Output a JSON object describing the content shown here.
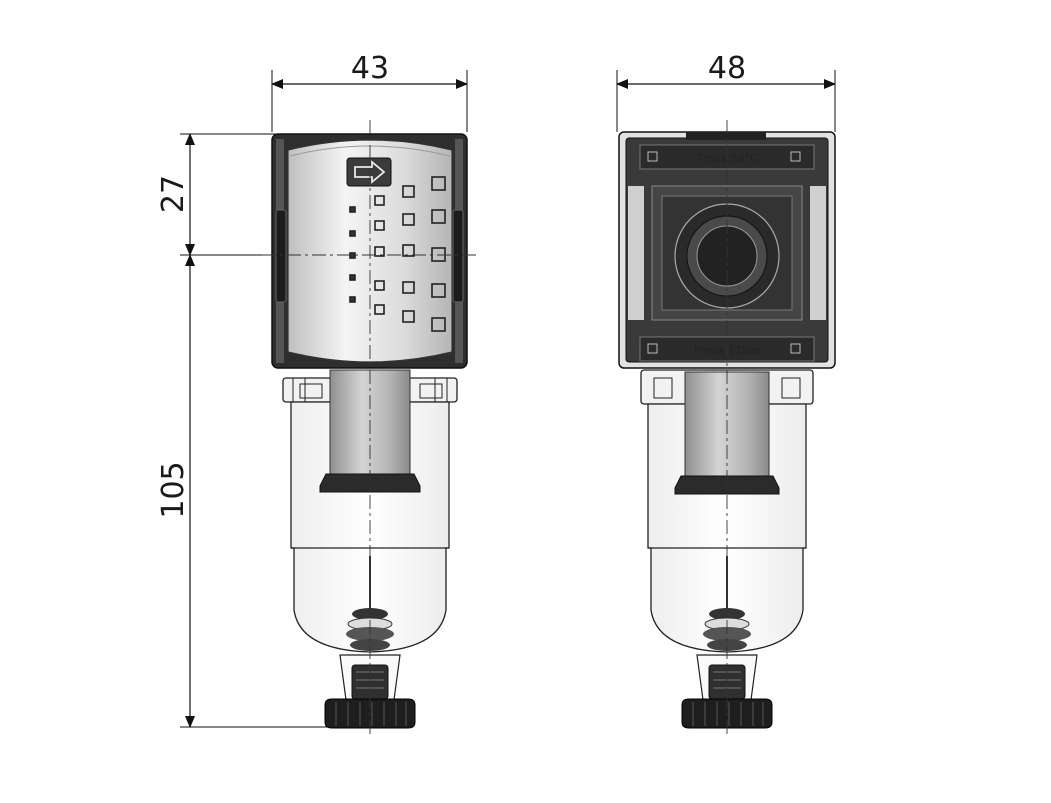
{
  "dimensions": {
    "front_width": "43",
    "side_width": "48",
    "upper_height": "27",
    "total_height": "105"
  },
  "labels": {
    "tmax": "Tmax 50°C",
    "pmax": "Pmax 12bar"
  },
  "icons": {
    "flow_arrow": "flow-direction-arrow-icon"
  },
  "colors": {
    "line": "#111111",
    "dark_body": "#3a3a3a",
    "light_body": "#d8d8d8",
    "element_gray": "#a9a9a9"
  }
}
